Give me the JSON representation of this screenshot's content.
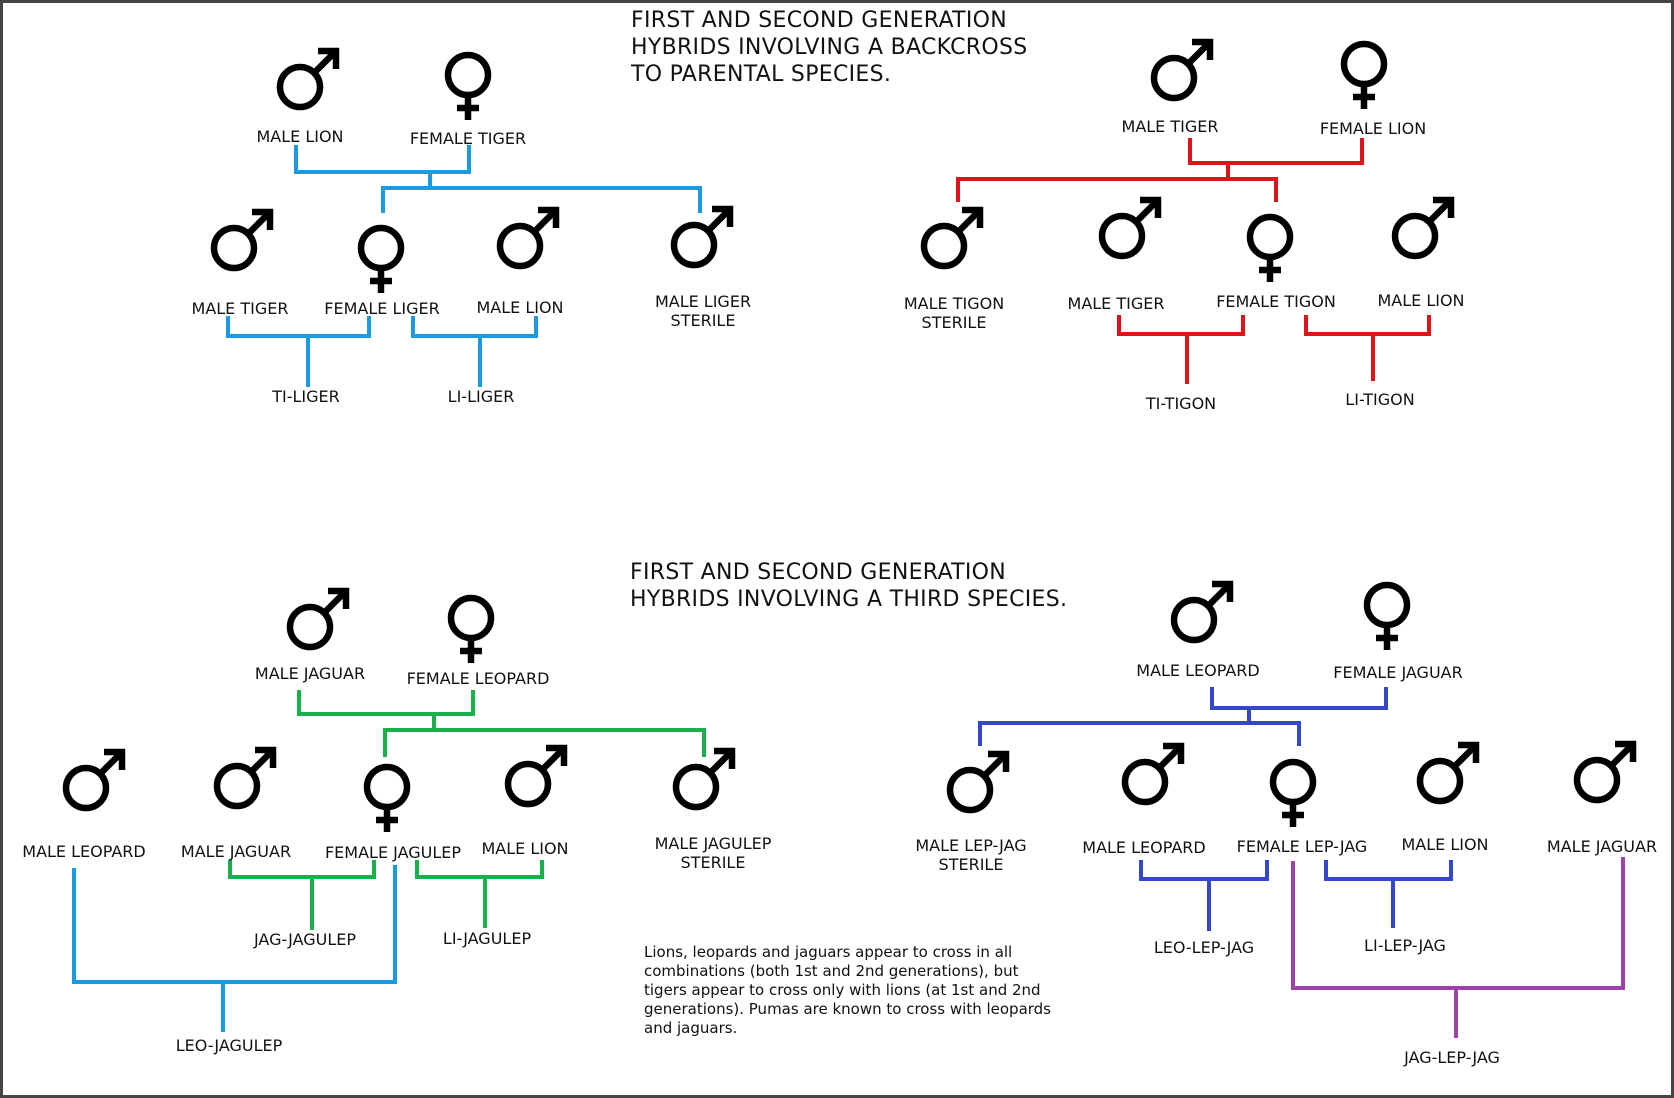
{
  "titles": {
    "top": [
      "FIRST AND SECOND GENERATION",
      "HYBRIDS INVOLVING A BACKCROSS",
      "TO PARENTAL SPECIES."
    ],
    "bottom": [
      "FIRST AND SECOND GENERATION",
      "HYBRIDS INVOLVING A THIRD SPECIES."
    ]
  },
  "colors": {
    "lion_tiger_tree": "#1a9be0",
    "tiger_lion_tree": "#e0131b",
    "jaguar_leopard_tree": "#1ab04b",
    "leopard_jaguar_tree": "#3546c8",
    "jag_lep_jag_line": "#9b40a6",
    "symbol": "#000000"
  },
  "diagram_1": {
    "parents": {
      "male": "MALE LION",
      "female": "FEMALE TIGER"
    },
    "offspring": [
      "MALE TIGER",
      "FEMALE LIGER",
      "MALE LION",
      "MALE LIGER",
      "STERILE"
    ],
    "hybrids": [
      "TI-LIGER",
      "LI-LIGER"
    ]
  },
  "diagram_2": {
    "parents": {
      "male": "MALE TIGER",
      "female": "FEMALE LION"
    },
    "offspring": [
      "MALE TIGON",
      "STERILE",
      "MALE TIGER",
      "FEMALE TIGON",
      "MALE LION"
    ],
    "hybrids": [
      "TI-TIGON",
      "LI-TIGON"
    ]
  },
  "diagram_3": {
    "parents": {
      "male": "MALE JAGUAR",
      "female": "FEMALE LEOPARD"
    },
    "offspring": [
      "MALE LEOPARD",
      "MALE JAGUAR",
      "FEMALE JAGULEP",
      "MALE LION",
      "MALE JAGULEP",
      "STERILE"
    ],
    "hybrids": [
      "JAG-JAGULEP",
      "LI-JAGULEP",
      "LEO-JAGULEP"
    ]
  },
  "diagram_4": {
    "parents": {
      "male": "MALE LEOPARD",
      "female": "FEMALE JAGUAR"
    },
    "offspring": [
      "MALE LEP-JAG",
      "STERILE",
      "MALE LEOPARD",
      "FEMALE LEP-JAG",
      "MALE LION",
      "MALE JAGUAR"
    ],
    "hybrids": [
      "LEO-LEP-JAG",
      "LI-LEP-JAG",
      "JAG-LEP-JAG"
    ]
  },
  "note": "Lions, leopards and jaguars appear to cross in all combinations (both 1st and 2nd generations), but tigers appear to cross only with lions (at 1st and 2nd generations). Pumas are known to cross with leopards and jaguars."
}
